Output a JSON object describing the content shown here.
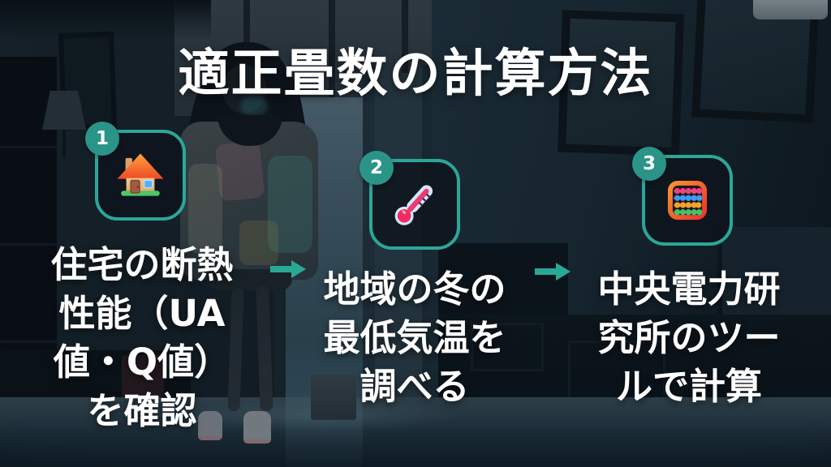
{
  "title": "適正畳数の計算方法",
  "accent_color": "#2ba79a",
  "badge_color": "#2a9488",
  "text_color": "#ffffff",
  "arrow_icon": "right-arrow-icon",
  "steps": [
    {
      "number": "1",
      "icon": "house-icon",
      "lines": [
        "住宅の断熱",
        "性能（UA",
        "値・Q値）",
        "を確認"
      ]
    },
    {
      "number": "2",
      "icon": "thermometer-icon",
      "lines": [
        "地域の冬の",
        "最低気温を",
        "調べる"
      ]
    },
    {
      "number": "3",
      "icon": "abacus-icon",
      "lines": [
        "中央電力研",
        "究所のツー",
        "ルで計算"
      ]
    }
  ]
}
